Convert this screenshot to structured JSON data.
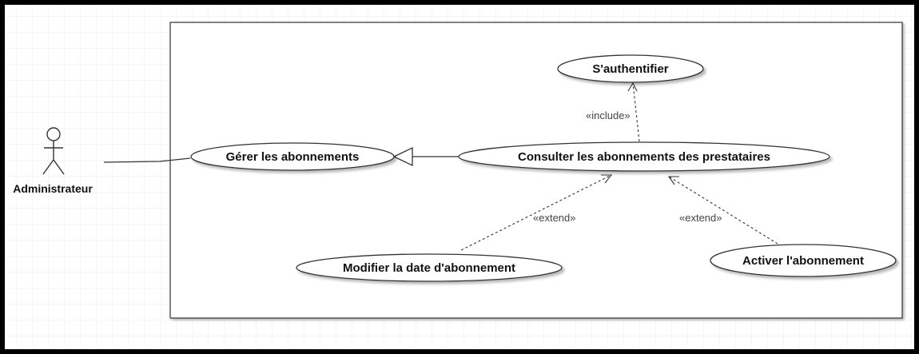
{
  "actor": {
    "name": "Administrateur"
  },
  "use_cases": {
    "authenticate": "S'authentifier",
    "manage": "Gérer les abonnements",
    "consult": "Consulter les abonnements des prestataires",
    "modify_date": "Modifier la date d'abonnement",
    "activate": "Activer l'abonnement"
  },
  "relations": {
    "include": "«include»",
    "extend_left": "«extend»",
    "extend_right": "«extend»"
  },
  "colors": {
    "frame": "#000000",
    "grid": "#e9e9e9",
    "line": "#333333",
    "ellipse_fill": "#ffffff"
  }
}
